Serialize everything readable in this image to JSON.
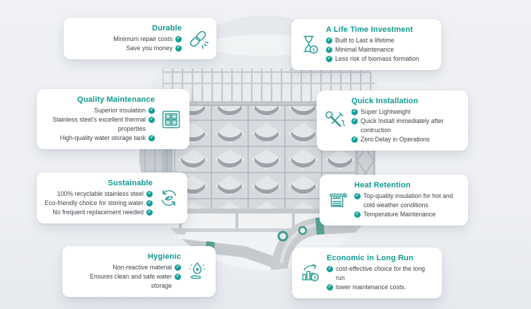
{
  "theme": {
    "accent_color": "#0f9a90",
    "check_color": "#12a096",
    "text_color": "#3d444c",
    "card_bg": "#ffffff",
    "page_bg": "#edeff2"
  },
  "cards": [
    {
      "title": "Durable",
      "icon": "chain-link-icon",
      "bullets": [
        "Minimum repair costs",
        "Save you money"
      ]
    },
    {
      "title": "A Life Time Investment",
      "icon": "hourglass-dollar-icon",
      "bullets": [
        "Built to Last a lifetime",
        "Minimal Maintenance",
        "Less risk of biomass formation"
      ]
    },
    {
      "title": "Quality Maintenance",
      "icon": "panel-grid-icon",
      "bullets": [
        "Superior insulation",
        "Stainless steel's excellent thermal properties",
        "High-quality water storage tank"
      ]
    },
    {
      "title": "Quick Installation",
      "icon": "wrench-tools-icon",
      "bullets": [
        "Super Lightweight",
        "Quick Install immediately after contruction",
        "Zero Delay in Operations"
      ]
    },
    {
      "title": "Sustainable",
      "icon": "recycle-hands-icon",
      "bullets": [
        "100% recyclable stainless steel",
        "Eco-friendly choice for storing water",
        "No frequent replacement needed"
      ]
    },
    {
      "title": "Heat Retention",
      "icon": "insulated-tank-icon",
      "bullets": [
        "Top-quality insulation for hot and cold weather conditions",
        "Temperature Maintenance"
      ]
    },
    {
      "title": "Hygienic",
      "icon": "water-drop-hand-icon",
      "bullets": [
        "Non-reactive material",
        "Ensures clean and safe water storage"
      ]
    },
    {
      "title": "Economic in Long Run",
      "icon": "growth-chart-icon",
      "bullets": [
        "cost-effective choice for the long run",
        "lower maintenance costs."
      ]
    }
  ]
}
